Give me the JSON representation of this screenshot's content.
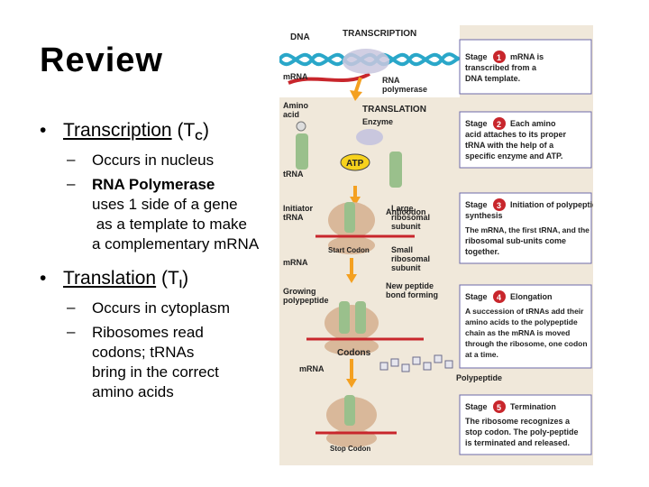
{
  "slide": {
    "title": "Review",
    "transcription": {
      "bullet": "•",
      "label": "Transcription",
      "abbr": "(T",
      "abbr_sub": "C",
      "abbr_end": ")",
      "items": [
        {
          "dash": "–",
          "lines": [
            "Occurs in nucleus"
          ]
        },
        {
          "dash": "–",
          "lines": [
            "RNA Polymerase",
            "uses 1 side of a gene",
            " as a template to make",
            "a complementary mRNA"
          ]
        }
      ]
    },
    "translation": {
      "bullet": "•",
      "label": "Translation",
      "abbr": "(T",
      "abbr_sub": "l",
      "abbr_end": ")",
      "items": [
        {
          "dash": "–",
          "lines": [
            "Occurs in cytoplasm"
          ]
        },
        {
          "dash": "–",
          "lines": [
            "Ribosomes read",
            "codons; tRNAs",
            "bring in the correct",
            "amino acids"
          ]
        }
      ]
    }
  },
  "figure": {
    "colors": {
      "background": "#f0e8da",
      "stage_box": "#ffffff",
      "stage_border": "#6d6aa8",
      "stage_number": "#c8262c",
      "dna_blue": "#2aa7c9",
      "mrna_red": "#c8262c",
      "arrow": "#f4a020",
      "ribosome": "#d9b89a",
      "trna": "#9ac08c",
      "atp": "#f7d21c",
      "polymerase": "#c9c7de"
    },
    "headings": {
      "dna": "DNA",
      "transcription": "TRANSCRIPTION",
      "translation": "TRANSLATION"
    },
    "labels": {
      "mrna_top": "mRNA",
      "rna_polymerase_1": "RNA",
      "rna_polymerase_2": "polymerase",
      "amino_1": "Amino",
      "amino_2": "acid",
      "enzyme": "Enzyme",
      "atp": "ATP",
      "trna": "tRNA",
      "anticodon": "Anticodon",
      "initiator_1": "Initiator",
      "initiator_2": "tRNA",
      "large_1": "Large",
      "large_2": "ribosomal",
      "large_3": "subunit",
      "start_codon": "Start Codon",
      "mrna_mid": "mRNA",
      "small_1": "Small",
      "small_2": "ribosomal",
      "small_3": "subunit",
      "growing_1": "Growing",
      "growing_2": "polypeptide",
      "new_peptide_1": "New peptide",
      "new_peptide_2": "bond forming",
      "codons": "Codons",
      "mrna_low": "mRNA",
      "polypeptide": "Polypeptide",
      "stop_codon": "Stop Codon"
    },
    "stages": [
      {
        "word": "Stage",
        "number": "1",
        "lines": [
          "mRNA is",
          "transcribed from a",
          "DNA template."
        ]
      },
      {
        "word": "Stage",
        "number": "2",
        "lines": [
          "Each amino",
          "acid attaches to its proper",
          "tRNA with the help of a",
          "specific enzyme and ATP."
        ]
      },
      {
        "word": "Stage",
        "number": "3",
        "lines": [
          "Initiation of polypeptide",
          "synthesis",
          "The mRNA, the first tRNA, and the",
          "ribosomal sub-units come",
          "together."
        ]
      },
      {
        "word": "Stage",
        "number": "4",
        "lines": [
          "Elongation",
          "A succession of tRNAs add their",
          "amino acids to the polypeptide",
          "chain as the mRNA is moved",
          "through the ribosome, one codon",
          "at a time."
        ]
      },
      {
        "word": "Stage",
        "number": "5",
        "lines": [
          "Termination",
          "The ribosome recognizes a",
          "stop codon. The poly-peptide",
          "is terminated and released."
        ]
      }
    ]
  }
}
